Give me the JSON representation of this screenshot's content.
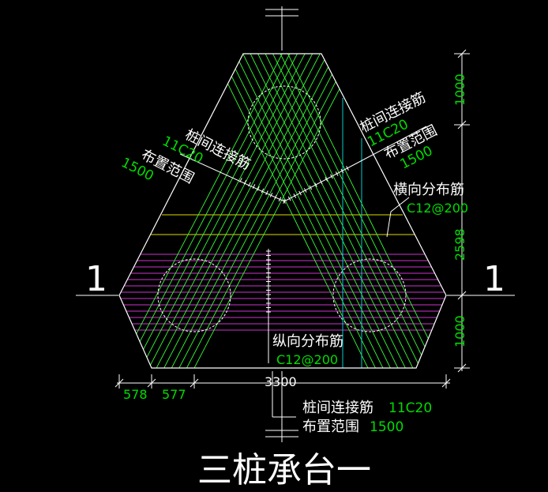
{
  "title": "三桩承台一",
  "section_mark": "1",
  "annotations": {
    "left_rebar": {
      "name": "桩间连接筋",
      "spec": "11C20",
      "range_label": "布置范围",
      "range_value": "1500"
    },
    "right_rebar": {
      "name": "桩间连接筋",
      "spec": "11C20",
      "range_label": "布置范围",
      "range_value": "1500"
    },
    "horizontal_dist": {
      "name": "横向分布筋",
      "spec": "C12@200"
    },
    "vertical_dist": {
      "name": "纵向分布筋",
      "spec": "C12@200"
    },
    "bottom_rebar": {
      "name": "桩间连接筋",
      "spec": "11C20",
      "range_label": "布置范围",
      "range_value": "1500"
    }
  },
  "dimensions": {
    "right": [
      "1000",
      "2598",
      "1000"
    ],
    "bottom": [
      "578",
      "577",
      "3300"
    ]
  },
  "colors": {
    "outline": "#ffffff",
    "rebar": "#33ff33",
    "pile_hatch": "#dddd00",
    "magenta": "#cc33cc",
    "cyan": "#00cccc",
    "dim_text": "#00dd00"
  }
}
